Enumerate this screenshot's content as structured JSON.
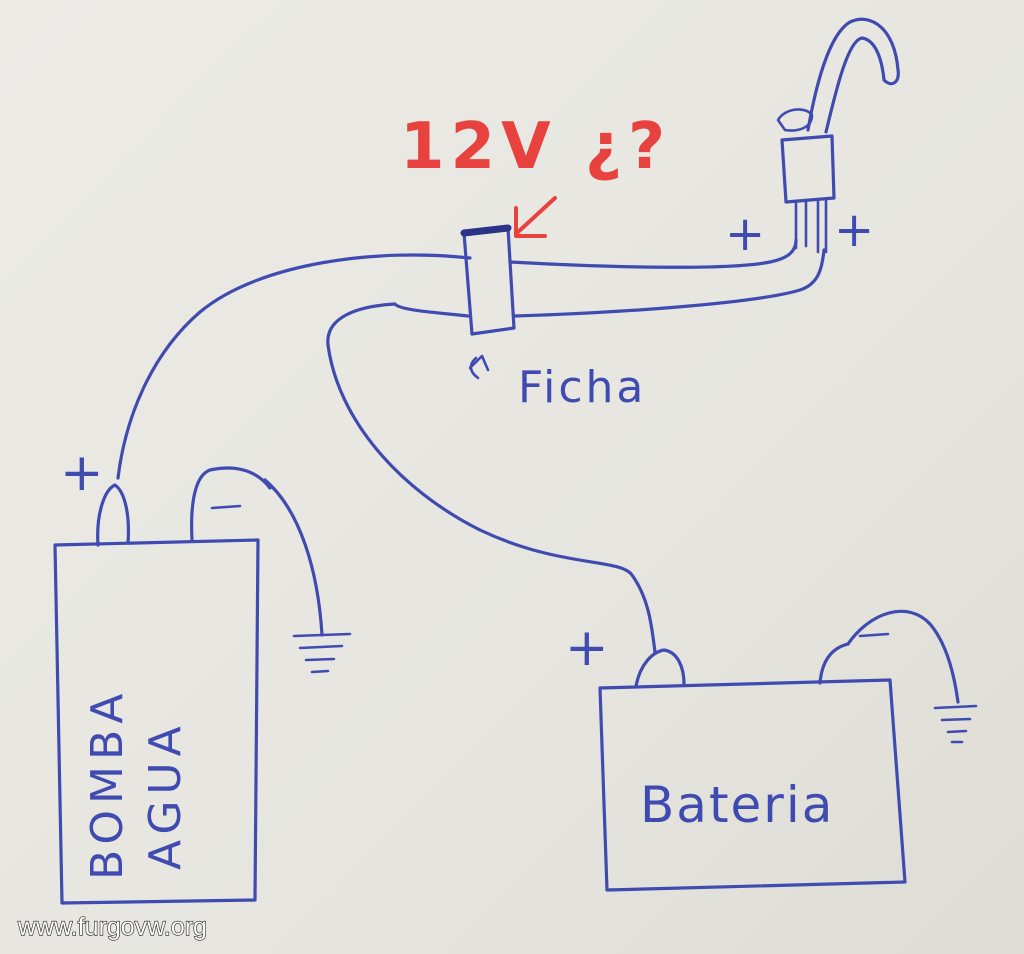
{
  "labels": {
    "voltage_question": "12V ¿?",
    "connector": "Ficha",
    "pump_line1": "BOMBA",
    "pump_line2": "AGUA",
    "battery": "Bateria",
    "plus": "+",
    "minus": "−"
  },
  "watermark": "www.furgovw.org",
  "colors": {
    "ink": "#3f4bb0",
    "annotation": "#e8423f",
    "paper": "#e9e8e3"
  }
}
